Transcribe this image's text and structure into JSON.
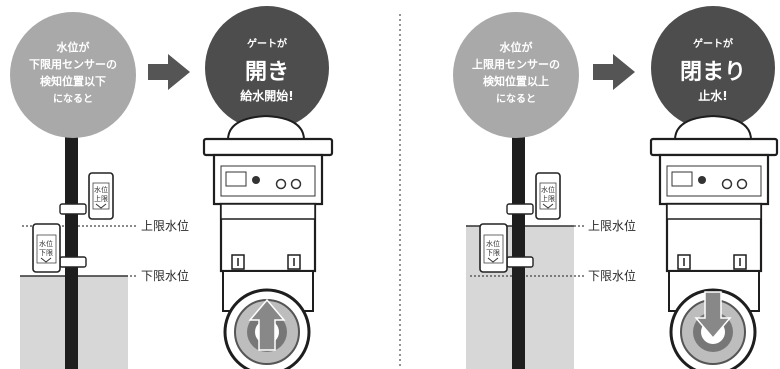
{
  "panels": [
    {
      "condition_lines": [
        "水位が",
        "下限用センサーの",
        "検知位置以下",
        "になると"
      ],
      "result_lines": [
        "ゲートが",
        "開き",
        "給水開始!"
      ],
      "upper_label": "上限水位",
      "lower_label": "下限水位",
      "sensor_upper_lines": [
        "水位",
        "上限"
      ],
      "sensor_lower_lines": [
        "水位",
        "下限"
      ],
      "flow_direction": "up"
    },
    {
      "condition_lines": [
        "水位が",
        "上限用センサーの",
        "検知位置以上",
        "になると"
      ],
      "result_lines": [
        "ゲートが",
        "閉まり",
        "止水!"
      ],
      "upper_label": "上限水位",
      "lower_label": "下限水位",
      "sensor_upper_lines": [
        "水位",
        "上限"
      ],
      "sensor_lower_lines": [
        "水位",
        "下限"
      ],
      "flow_direction": "down"
    }
  ],
  "colors": {
    "condition_circle": "#a9a9a9",
    "result_circle": "#4d4d4d",
    "water": "#d7d7d7",
    "arrow": "#555555"
  }
}
